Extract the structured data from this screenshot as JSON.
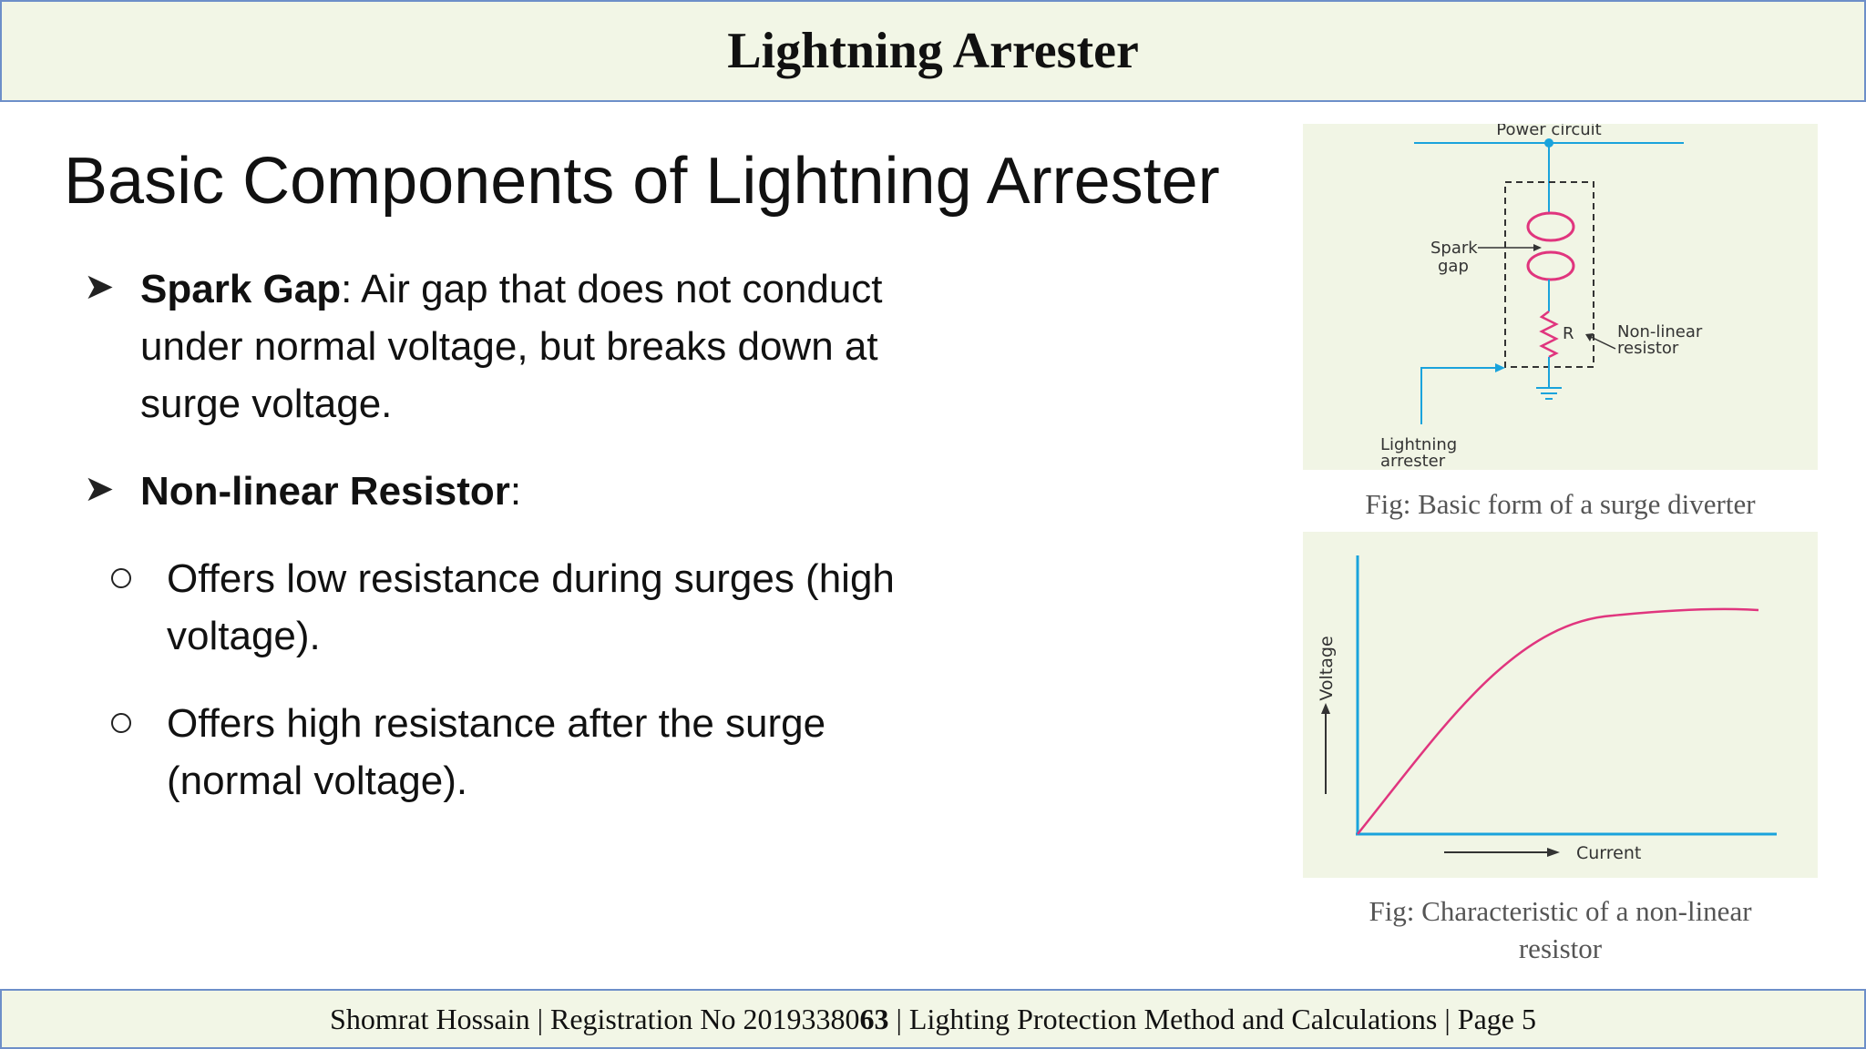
{
  "header": {
    "title": "Lightning Arrester"
  },
  "slide": {
    "title": "Basic Components of Lightning Arrester",
    "bullet1": {
      "term": "Spark Gap",
      "sep": ":",
      "line1": " Air gap that does not conduct",
      "line2": "under normal voltage, but breaks down at",
      "line3": "surge voltage."
    },
    "bullet2": {
      "term": "Non-linear Resistor",
      "sep": ":"
    },
    "sub1": {
      "line1": "Offers low resistance during surges (high",
      "line2": "voltage)."
    },
    "sub2": {
      "line1": "Offers high resistance after the surge",
      "line2": "(normal voltage)."
    }
  },
  "figure1": {
    "labels": {
      "power_circuit": "Power circuit",
      "spark": "Spark",
      "gap": "gap",
      "r": "R",
      "nonlinear": "Non-linear",
      "resistor": "resistor",
      "lightning": "Lightning",
      "arrester": "arrester"
    },
    "caption": "Fig: Basic form of a surge diverter",
    "colors": {
      "line": "#1aa3dc",
      "component": "#e0357e",
      "label": "#333333"
    }
  },
  "figure2": {
    "xlabel": "Current",
    "ylabel": "Voltage",
    "caption_line1": "Fig: Characteristic of a non-linear",
    "caption_line2": "resistor",
    "colors": {
      "axis": "#1aa3dc",
      "curve": "#e0357e"
    }
  },
  "footer": {
    "pre": "Shomrat Hossain | Registration No 20193380",
    "bold": "63",
    "post": " | Lighting Protection Method and Calculations | Page 5"
  }
}
